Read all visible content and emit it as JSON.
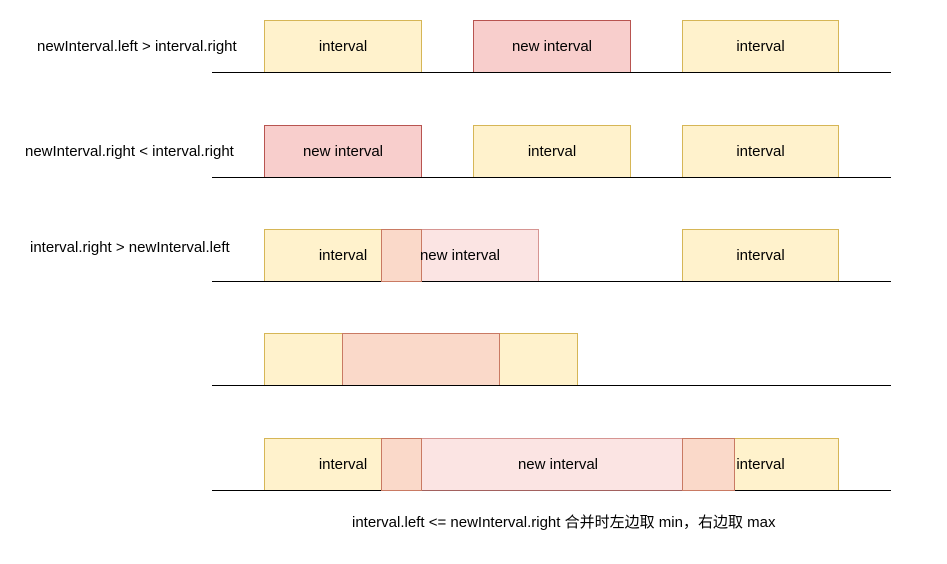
{
  "rows": [
    {
      "label": "newInterval.left > interval.right",
      "boxes": [
        {
          "kind": "interval",
          "text": "interval"
        },
        {
          "kind": "new",
          "text": "new interval"
        },
        {
          "kind": "interval",
          "text": "interval"
        }
      ]
    },
    {
      "label": "newInterval.right < interval.right",
      "boxes": [
        {
          "kind": "new",
          "text": "new interval"
        },
        {
          "kind": "interval",
          "text": "interval"
        },
        {
          "kind": "interval",
          "text": "interval"
        }
      ]
    },
    {
      "label": "interval.right > newInterval.left",
      "boxes": [
        {
          "kind": "interval",
          "text": "interval"
        },
        {
          "kind": "new",
          "text": "new interval"
        },
        {
          "kind": "interval",
          "text": "interval"
        }
      ]
    },
    {
      "label": "",
      "boxes": [
        {
          "kind": "interval",
          "text": ""
        },
        {
          "kind": "new",
          "text": ""
        }
      ]
    },
    {
      "label": "",
      "boxes": [
        {
          "kind": "interval",
          "text": "interval"
        },
        {
          "kind": "new",
          "text": "new interval"
        },
        {
          "kind": "interval",
          "text": "interval"
        }
      ]
    }
  ],
  "footer_note": "interval.left <= newInterval.right  合并时左边取 min，右边取 max",
  "colors": {
    "interval_fill": "#fff2cc",
    "interval_stroke": "#d6b656",
    "new_fill": "#f8cecc",
    "new_stroke": "#b85450",
    "baseline": "#000000"
  }
}
